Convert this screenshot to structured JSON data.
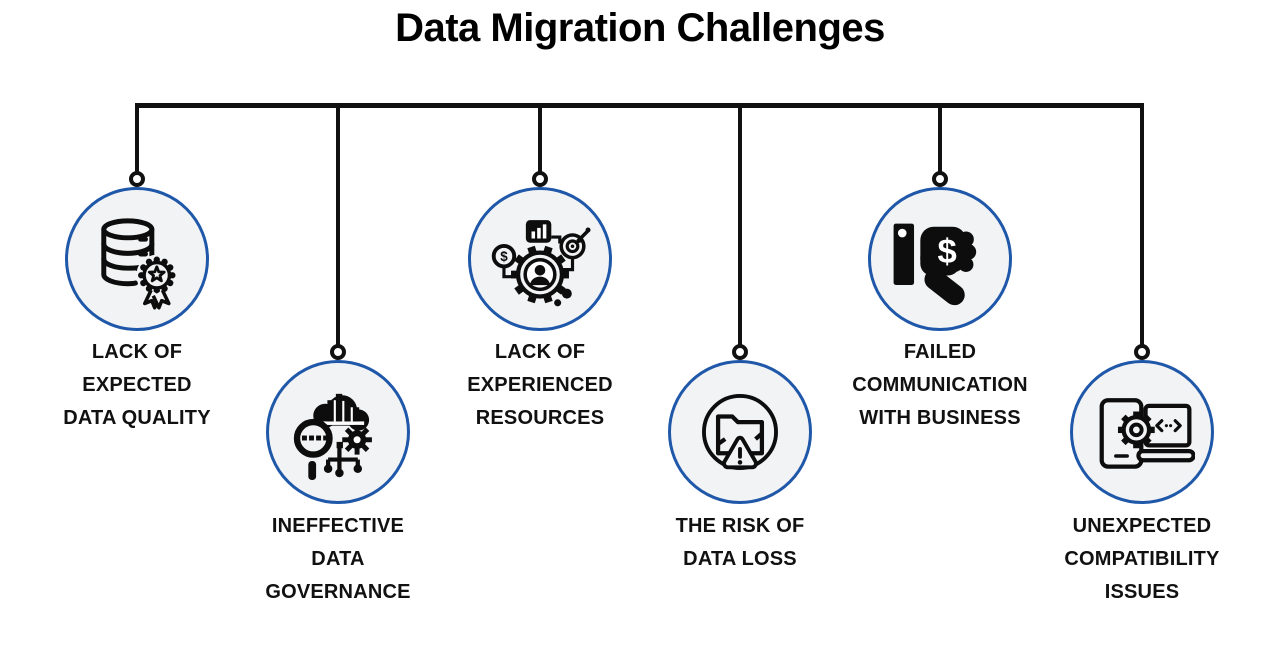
{
  "title": "Data Migration Challenges",
  "items": [
    {
      "label": "LACK OF\nEXPECTED\nDATA QUALITY",
      "icon": "database-quality-icon"
    },
    {
      "label": "INEFFECTIVE\nDATA\nGOVERNANCE",
      "icon": "data-governance-icon"
    },
    {
      "label": "LACK OF\nEXPERIENCED\nRESOURCES",
      "icon": "experienced-resources-icon"
    },
    {
      "label": "THE RISK OF\nDATA LOSS",
      "icon": "data-loss-icon"
    },
    {
      "label": "FAILED\nCOMMUNICATION\nWITH BUSINESS",
      "icon": "failed-communication-icon"
    },
    {
      "label": "UNEXPECTED\nCOMPATIBILITY\nISSUES",
      "icon": "compatibility-issues-icon"
    }
  ],
  "colors": {
    "accent_blue": "#1f57a9",
    "icon_black": "#0d0d0d",
    "circle_fill": "#f2f3f4",
    "line": "#111111",
    "background": "#ffffff"
  }
}
